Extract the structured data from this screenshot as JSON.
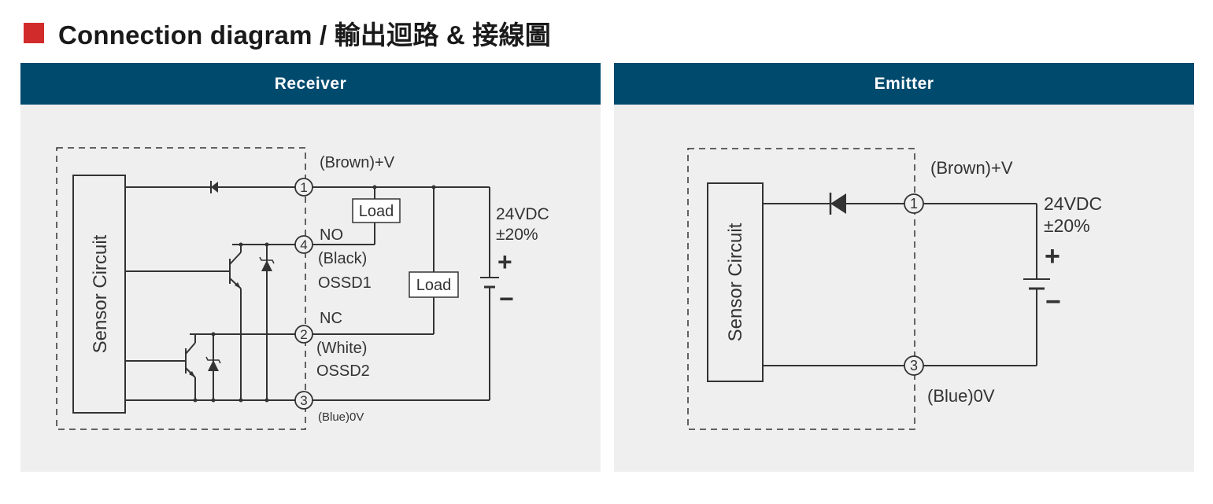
{
  "title": "Connection diagram / 輸出迴路 & 接線圖",
  "receiver": {
    "header": "Receiver",
    "sensor_label": "Sensor Circuit",
    "brown_label": "(Brown)+V",
    "load_label": "Load",
    "pin1": "1",
    "pin2": "2",
    "pin3": "3",
    "pin4": "4",
    "no_label": "NO",
    "black_label": "(Black)",
    "ossd1_label": "OSSD1",
    "nc_label": "NC",
    "white_label": "(White)",
    "ossd2_label": "OSSD2",
    "blue_label": "(Blue)0V",
    "voltage_label": "24VDC",
    "tolerance_label": "±20%",
    "plus": "+",
    "minus": "−"
  },
  "emitter": {
    "header": "Emitter",
    "sensor_label": "Sensor Circuit",
    "brown_label": "(Brown)+V",
    "pin1": "1",
    "pin3": "3",
    "blue_label": "(Blue)0V",
    "voltage_label": "24VDC",
    "tolerance_label": "±20%",
    "plus": "+",
    "minus": "−"
  },
  "colors": {
    "accent_square": "#d22b2b",
    "header_bg": "#004a6e",
    "panel_bg": "#efefef",
    "line": "#333333"
  }
}
